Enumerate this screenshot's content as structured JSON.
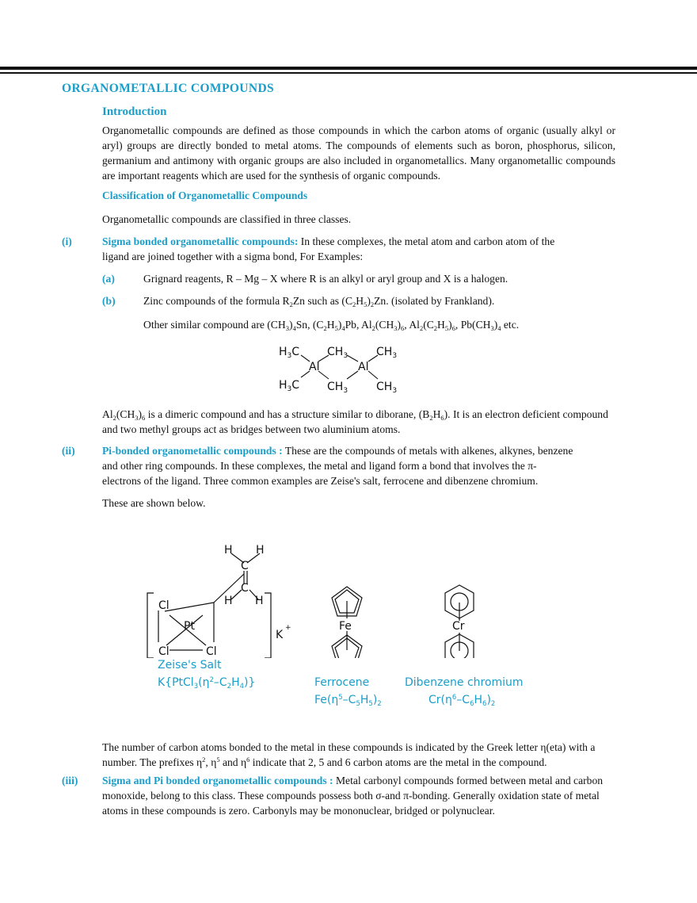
{
  "section_title": "ORGANOMETALLIC COMPOUNDS",
  "intro": {
    "heading": "Introduction",
    "text": "Organometallic compounds are defined as those compounds in which the carbon atoms of organic (usually alkyl or aryl) groups are directly bonded to metal atoms. The compounds of elements such as boron, phosphorus, silicon, germanium and antimony with organic groups are also included in organometallics. Many organometallic compounds are important reagents which are used for the synthesis of organic compounds."
  },
  "classification": {
    "heading": "Classification of Organometallic Compounds",
    "text": "Organometallic compounds are classified in three classes."
  },
  "sigma": {
    "marker": "(i)",
    "title": "Sigma bonded organometallic compounds:",
    "text_line1": " In these complexes, the metal atom and carbon atom of the",
    "text_line2": "ligand are joined together with a sigma bond, For Examples:",
    "a_marker": "(a)",
    "a_text": "Grignard reagents, R – Mg – X where R is an alkyl or aryl group and X is a halogen.",
    "b_marker": "(b)",
    "b_text_1": " Zinc compounds of the formula R",
    "b_text_2": "Zn such as (C",
    "b_text_3": "H",
    "b_text_4": ")",
    "b_text_5": "Zn. (isolated by Frankland).",
    "other_text": "Other similar compound are (CH",
    "other_f1": ")",
    "other_f2": "Sn, (C",
    "other_f3": "H",
    "other_f4": ")",
    "other_f5": "Pb, Al",
    "other_f6": "(CH",
    "other_f7": ")",
    "other_f8": ", Al",
    "other_f9": "(C",
    "other_f10": "H",
    "other_f11": ")",
    "other_f12": ", Pb(CH",
    "other_f13": ")",
    "other_f14": " etc.",
    "dimer_a": "Al",
    "dimer_b": "(CH",
    "dimer_c": ")",
    "dimer_d": " is a dimeric compound and has a structure similar to diborane, (B",
    "dimer_e": "H",
    "dimer_f": "). It is an electron deficient compound",
    "dimer_line2": "and two methyl groups act as bridges between two aluminium atoms."
  },
  "pi": {
    "marker": "(ii)",
    "title": "Pi-bonded organometallic compounds :",
    "line1": " These are the compounds of metals with alkenes, alkynes, benzene",
    "line2": "and other ring compounds. In these complexes, the metal and ligand form a bond that involves the π-",
    "line3": "electrons of the ligand. Three common examples are Zeise's salt, ferrocene and dibenzene chromium.",
    "shown": "These are shown below."
  },
  "figure": {
    "zeise_label": "Zeise's Salt",
    "zeise_formula": "K{PtCl3(η2–C2H4)}",
    "ferrocene_label": "Ferrocene",
    "ferrocene_formula": "Fe(η5–C5H5)2",
    "dibenzene_label": "Dibenzene chromium",
    "dibenzene_formula": "Cr(η6–C6H6)2"
  },
  "eta": {
    "line1": "The number of carbon atoms bonded to the metal in these compounds is indicated by the Greek letter η(eta) with a",
    "line2_a": "number. The prefixes η",
    "line2_b": ", η",
    "line2_c": " and η",
    "line2_d": " indicate that 2, 5 and 6 carbon atoms are the metal in the compound."
  },
  "sigma_pi": {
    "marker": "(iii)",
    "title": "Sigma and Pi bonded organometallic compounds :",
    "line1": " Metal carbonyl compounds formed between metal and carbon",
    "line2": "monoxide, belong to this class. These compounds possess both σ-and π-bonding. Generally oxidation state of metal",
    "line3": "atoms in these compounds is zero. Carbonyls may be mononuclear, bridged or polynuclear."
  },
  "sub2": "2",
  "sub3": "3",
  "sub4": "4",
  "sub5": "5",
  "sub6": "6"
}
